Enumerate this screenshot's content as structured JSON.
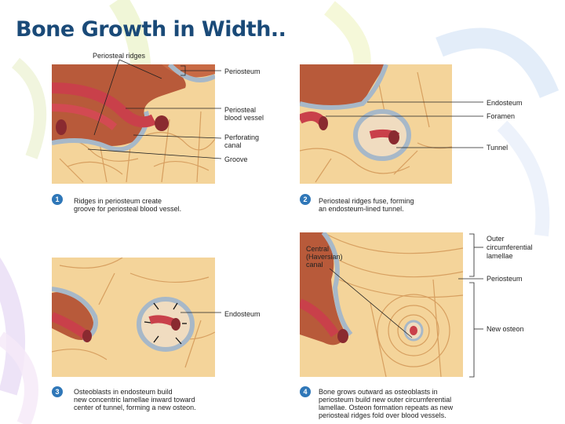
{
  "title": "Bone Growth in Width..",
  "colors": {
    "title": "#1a4a78",
    "step_badge": "#2f77b8",
    "bone": "#f4d49a",
    "canal": "#b85a3a",
    "vessel": "#c9404a",
    "periosteum": "#a7b8c8"
  },
  "panels": [
    {
      "step": "1",
      "caption": [
        "Ridges in periosteum create",
        "groove for periosteal blood vessel."
      ],
      "labels": {
        "periosteal_ridges": "Periosteal ridges",
        "periosteum": "Periosteum",
        "periosteal_blood_vessel": [
          "Periosteal",
          "blood vessel"
        ],
        "perforating_canal": [
          "Perforating",
          "canal"
        ],
        "groove": "Groove"
      }
    },
    {
      "step": "2",
      "caption": [
        "Periosteal ridges fuse, forming",
        "an endosteum-lined tunnel."
      ],
      "labels": {
        "endosteum": "Endosteum",
        "foramen": "Foramen",
        "tunnel": "Tunnel"
      }
    },
    {
      "step": "3",
      "caption": [
        "Osteoblasts in endosteum build",
        "new concentric lamellae inward toward",
        "center of tunnel, forming a new osteon."
      ],
      "labels": {
        "endosteum": "Endosteum"
      }
    },
    {
      "step": "4",
      "caption": [
        "Bone grows outward as osteoblasts in",
        "periosteum build new outer circumferential",
        "lamellae. Osteon formation repeats as new",
        "periosteal ridges fold over blood vessels."
      ],
      "labels": {
        "central_canal": [
          "Central",
          "(Haversian)",
          "canal"
        ],
        "outer_lamellae": [
          "Outer",
          "circumferential",
          "lamellae"
        ],
        "periosteum": "Periosteum",
        "new_osteon": "New osteon"
      }
    }
  ]
}
